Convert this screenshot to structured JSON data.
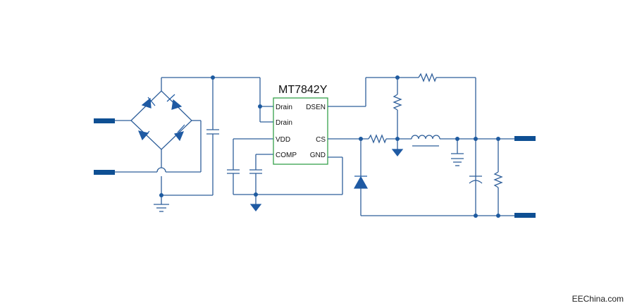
{
  "chip": {
    "name": "MT7842Y",
    "pins": {
      "drain1": "Drain",
      "drain2": "Drain",
      "vdd": "VDD",
      "comp": "COMP",
      "dsen": "DSEN",
      "cs": "CS",
      "gnd": "GND"
    }
  },
  "watermark": "EEChina.com",
  "colors": {
    "wire": "#2f5f9a",
    "chip_outline": "#35a24a",
    "terminal": "#0e4f93"
  }
}
